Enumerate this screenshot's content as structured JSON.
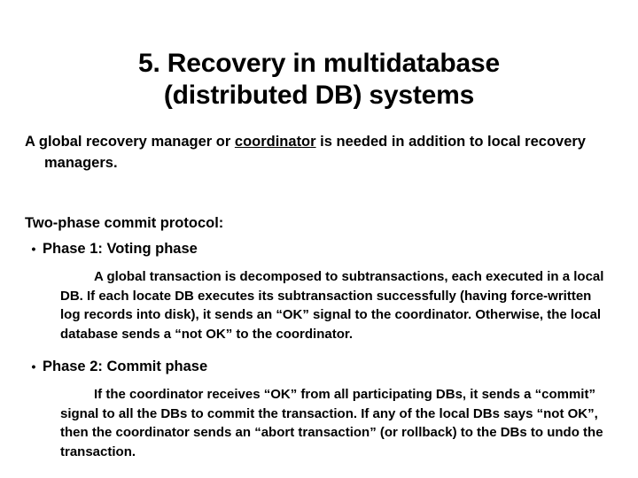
{
  "slide": {
    "title": {
      "line1": "5. Recovery in multidatabase",
      "line2": "(distributed DB) systems"
    },
    "intro": {
      "before": "A global recovery manager or ",
      "underlined": "coordinator",
      "after": " is needed in addition to local recovery managers."
    },
    "section_heading": "Two-phase commit protocol:",
    "bullets": [
      {
        "marker": "•",
        "label": "Phase 1: Voting phase",
        "detail": "A global transaction is decomposed to subtransactions, each executed in a local DB.  If each locate DB executes its subtransaction successfully (having force-written log records into disk), it sends an “OK” signal to the coordinator.  Otherwise, the local database sends a “not OK” to the coordinator."
      },
      {
        "marker": "•",
        "label": "Phase 2: Commit phase",
        "detail": "If the coordinator receives “OK” from all participating DBs, it sends a “commit” signal to all the DBs to commit the transaction.  If any of the local DBs says “not OK”, then the coordinator sends an “abort transaction” (or rollback) to the DBs to undo the transaction."
      }
    ],
    "colors": {
      "text": "#000000",
      "background": "#ffffff"
    }
  }
}
